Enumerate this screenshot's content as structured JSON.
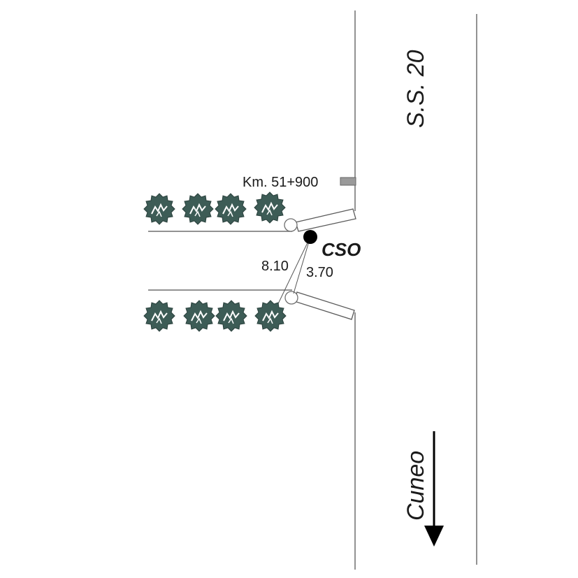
{
  "road": {
    "name": "S.S. 20"
  },
  "km_marker": {
    "label": "Km. 51+900"
  },
  "point": {
    "label": "CSO"
  },
  "distances": {
    "first": "8.10",
    "second": "3.70"
  },
  "direction": {
    "label": "Cuneo"
  },
  "colors": {
    "tree_fill": "#3d5c56",
    "line": "#6e6e6e",
    "marker_fill": "#9a9a9a",
    "point_fill": "#000000"
  },
  "icons": {
    "tree": "tree-icon",
    "arrow": "arrow-down-icon"
  }
}
